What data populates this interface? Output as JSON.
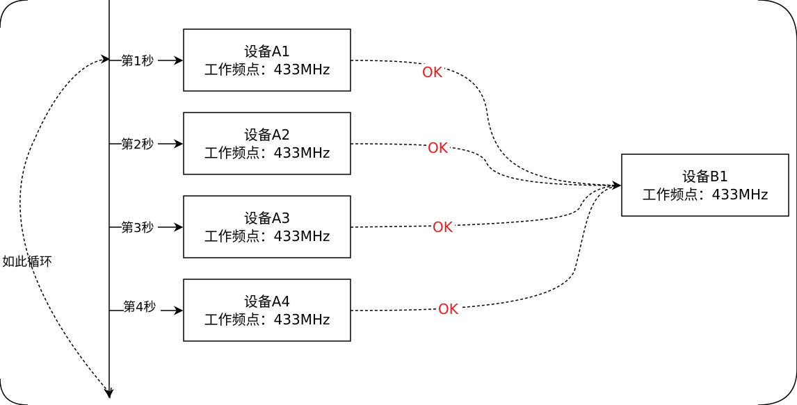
{
  "colors": {
    "ok": "#e8191c",
    "line": "#000000"
  },
  "loop_label": "如此循环",
  "steps": [
    {
      "label": "第1秒"
    },
    {
      "label": "第2秒"
    },
    {
      "label": "第3秒"
    },
    {
      "label": "第4秒"
    }
  ],
  "senders": [
    {
      "name": "设备A1",
      "freq": "工作频点：433MHz",
      "ok": "OK"
    },
    {
      "name": "设备A2",
      "freq": "工作频点：433MHz",
      "ok": "OK"
    },
    {
      "name": "设备A3",
      "freq": "工作频点：433MHz",
      "ok": "OK"
    },
    {
      "name": "设备A4",
      "freq": "工作频点：433MHz",
      "ok": "OK"
    }
  ],
  "receiver": {
    "name": "设备B1",
    "freq": "工作频点：433MHz"
  }
}
